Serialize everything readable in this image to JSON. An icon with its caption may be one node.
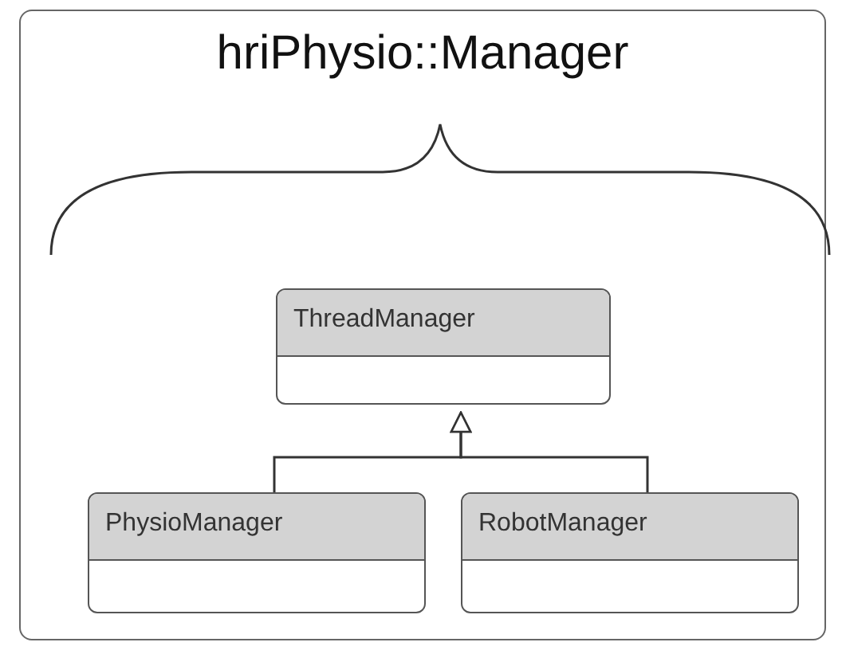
{
  "diagram": {
    "nodes": [
      {
        "text": [
          "hriPhysio::Manager"
        ]
      },
      {
        "text": [
          "ThreadManager"
        ],
        "in": 0
      },
      {
        "text": [
          "PhysioManager"
        ],
        "in": 0
      },
      {
        "text": [
          "RobotManager"
        ],
        "in": 0
      }
    ],
    "edges": [
      {
        "from": 2,
        "to": 1,
        "arrow": "to"
      },
      {
        "from": 3,
        "to": 1,
        "arrow": "to"
      }
    ]
  }
}
